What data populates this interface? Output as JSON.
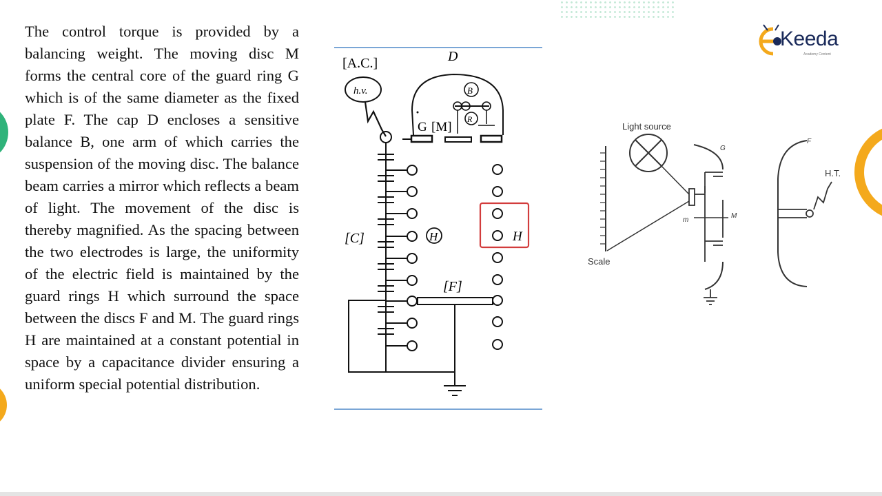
{
  "slide": {
    "paragraph": "The control torque is provided by a balancing weight. The moving disc M forms the central core of the guard ring G which is of the same diameter as the fixed plate F. The cap D encloses a sensitive balance B, one arm of which carries the suspension of the moving disc. The balance beam carries a mirror which reflects a beam of light. The movement of the disc is thereby magnified. As the spacing between the two electrodes is large, the uniformity of the electric field is maintained by the guard rings H which surround the space between the discs F and M. The guard rings H are maintained at a constant potential in space by a capacitance divider ensuring a uniform special potential distribution."
  },
  "logo": {
    "brand_text": "Keeda",
    "brand_sub": "Academy Content"
  },
  "diagram_left": {
    "label_ac": "[A.C.]",
    "label_hv": "h.v.",
    "label_d": "D",
    "label_b": "B",
    "label_r": "R",
    "label_g": "G",
    "label_m": "[M]",
    "label_c": "[C]",
    "label_h_left": "H",
    "label_h_right": "H",
    "label_f": "[F]"
  },
  "diagram_right": {
    "label_light_source": "Light source",
    "label_scale": "Scale",
    "label_g": "G",
    "label_m_upper": "M",
    "label_m_lower": "m",
    "label_f": "F",
    "label_ht": "H.T."
  },
  "colors": {
    "green_accent": "#2fb37a",
    "orange_accent": "#f4a91c",
    "rule_blue": "#7aa6d6",
    "highlight_red": "#d23c3c"
  }
}
